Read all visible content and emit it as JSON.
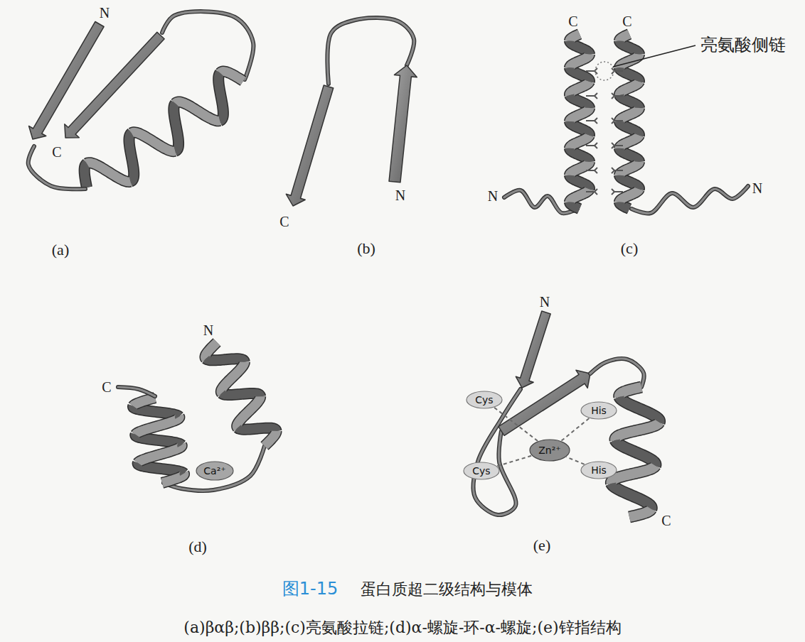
{
  "diagram": {
    "caption": "蛋白质超二级结构与模体",
    "nodes": [
      {
        "text": [
          "Ca²⁺"
        ]
      },
      {
        "text": [
          "Cys"
        ]
      },
      {
        "text": [
          "His"
        ]
      },
      {
        "text": [
          "Zn²⁺"
        ]
      },
      {
        "text": [
          "Cys"
        ]
      },
      {
        "text": [
          "His"
        ]
      }
    ],
    "edges": [
      {
        "from": 1,
        "to": 3,
        "arrow": "none"
      },
      {
        "from": 2,
        "to": 3,
        "arrow": "none"
      },
      {
        "from": 4,
        "to": 3,
        "arrow": "none"
      },
      {
        "from": 5,
        "to": 3,
        "arrow": "none"
      }
    ],
    "labels": [
      "N",
      "C",
      "(a)",
      "N",
      "C",
      "(b)",
      "C",
      "C",
      "亮氨酸侧链",
      "N",
      "N",
      "(c)",
      "N",
      "C",
      "(d)",
      "N",
      "C",
      "(e)",
      "图1-15",
      "(a)βαβ;(b)ββ;(c)亮氨酸拉链;(d)α-螺旋-环-α-螺旋;(e)锌指结构"
    ]
  }
}
